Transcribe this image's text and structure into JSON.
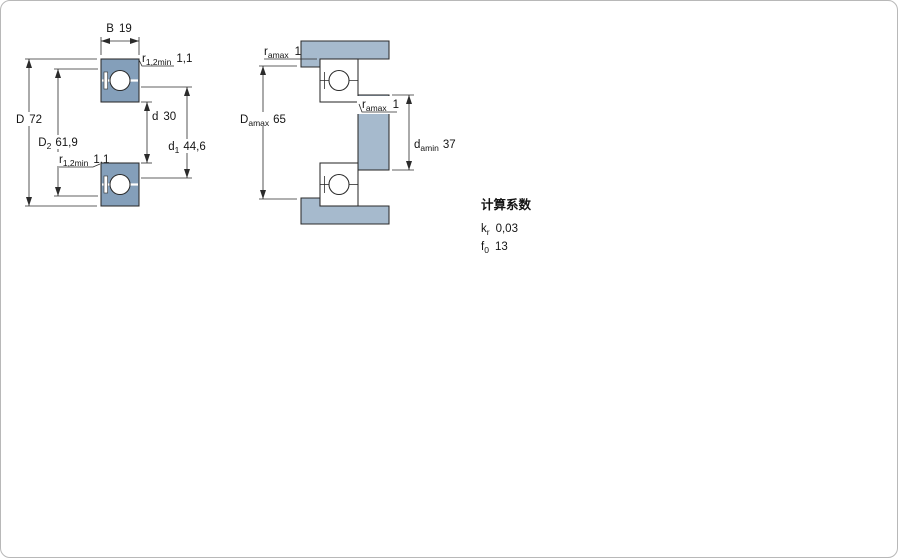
{
  "colors": {
    "bearing": "#849fba",
    "abutment": "#a6bacd",
    "line": "#2b2b2b",
    "border": "#b8b8b8"
  },
  "left_diagram": {
    "dimensions": {
      "width": {
        "symbol": "B",
        "sub": "",
        "value": "19"
      },
      "chamfer_top": {
        "symbol": "r",
        "sub": "1,2min",
        "value": "1,1"
      },
      "outer_diameter": {
        "symbol": "D",
        "sub": "",
        "value": "72"
      },
      "shoulder_outer": {
        "symbol": "D",
        "sub": "2",
        "value": "61,9"
      },
      "bore": {
        "symbol": "d",
        "sub": "",
        "value": "30"
      },
      "shoulder_inner": {
        "symbol": "d",
        "sub": "1",
        "value": "44,6"
      },
      "chamfer_bottom": {
        "symbol": "r",
        "sub": "1,2min",
        "value": "1,1"
      }
    }
  },
  "right_diagram": {
    "dimensions": {
      "fillet_top": {
        "symbol": "r",
        "sub": "amax",
        "value": "1"
      },
      "housing_abutment": {
        "symbol": "D",
        "sub": "amax",
        "value": "65"
      },
      "fillet_shaft": {
        "symbol": "r",
        "sub": "amax",
        "value": "1"
      },
      "shaft_abutment": {
        "symbol": "d",
        "sub": "amin",
        "value": "37"
      }
    }
  },
  "calculation_factors": {
    "title": "计算系数",
    "items": [
      {
        "symbol": "k",
        "sub": "r",
        "value": "0,03"
      },
      {
        "symbol": "f",
        "sub": "0",
        "value": "13"
      }
    ]
  }
}
